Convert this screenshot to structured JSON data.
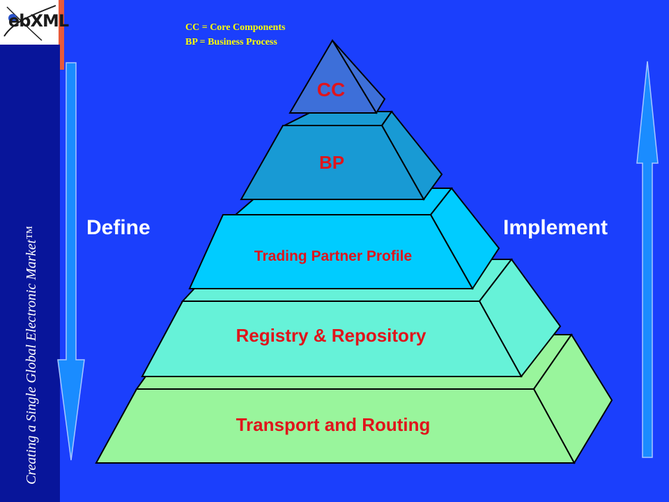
{
  "slide": {
    "logo": "ebXML",
    "tagline": "Creating a Single Global Electronic Market™"
  },
  "legend": {
    "line1": "CC = Core Components",
    "line2": "BP = Business Process"
  },
  "arrows": {
    "left_label": "Define",
    "right_label": "Implement"
  },
  "pyramid": {
    "tiers": [
      {
        "label": "CC",
        "color": "#3d6fd9"
      },
      {
        "label": "BP",
        "color": "#189ad4"
      },
      {
        "label": "Trading Partner Profile",
        "color": "#00ccff"
      },
      {
        "label": "Registry & Repository",
        "color": "#66f2d8"
      },
      {
        "label": "Transport and Routing",
        "color": "#99f59c"
      }
    ]
  },
  "colors": {
    "background": "#1b3ffc",
    "left_band": "#08159a",
    "label_red": "#e0141b",
    "legend_yellow": "#ffff00",
    "arrow_fill": "#1a8cff"
  }
}
